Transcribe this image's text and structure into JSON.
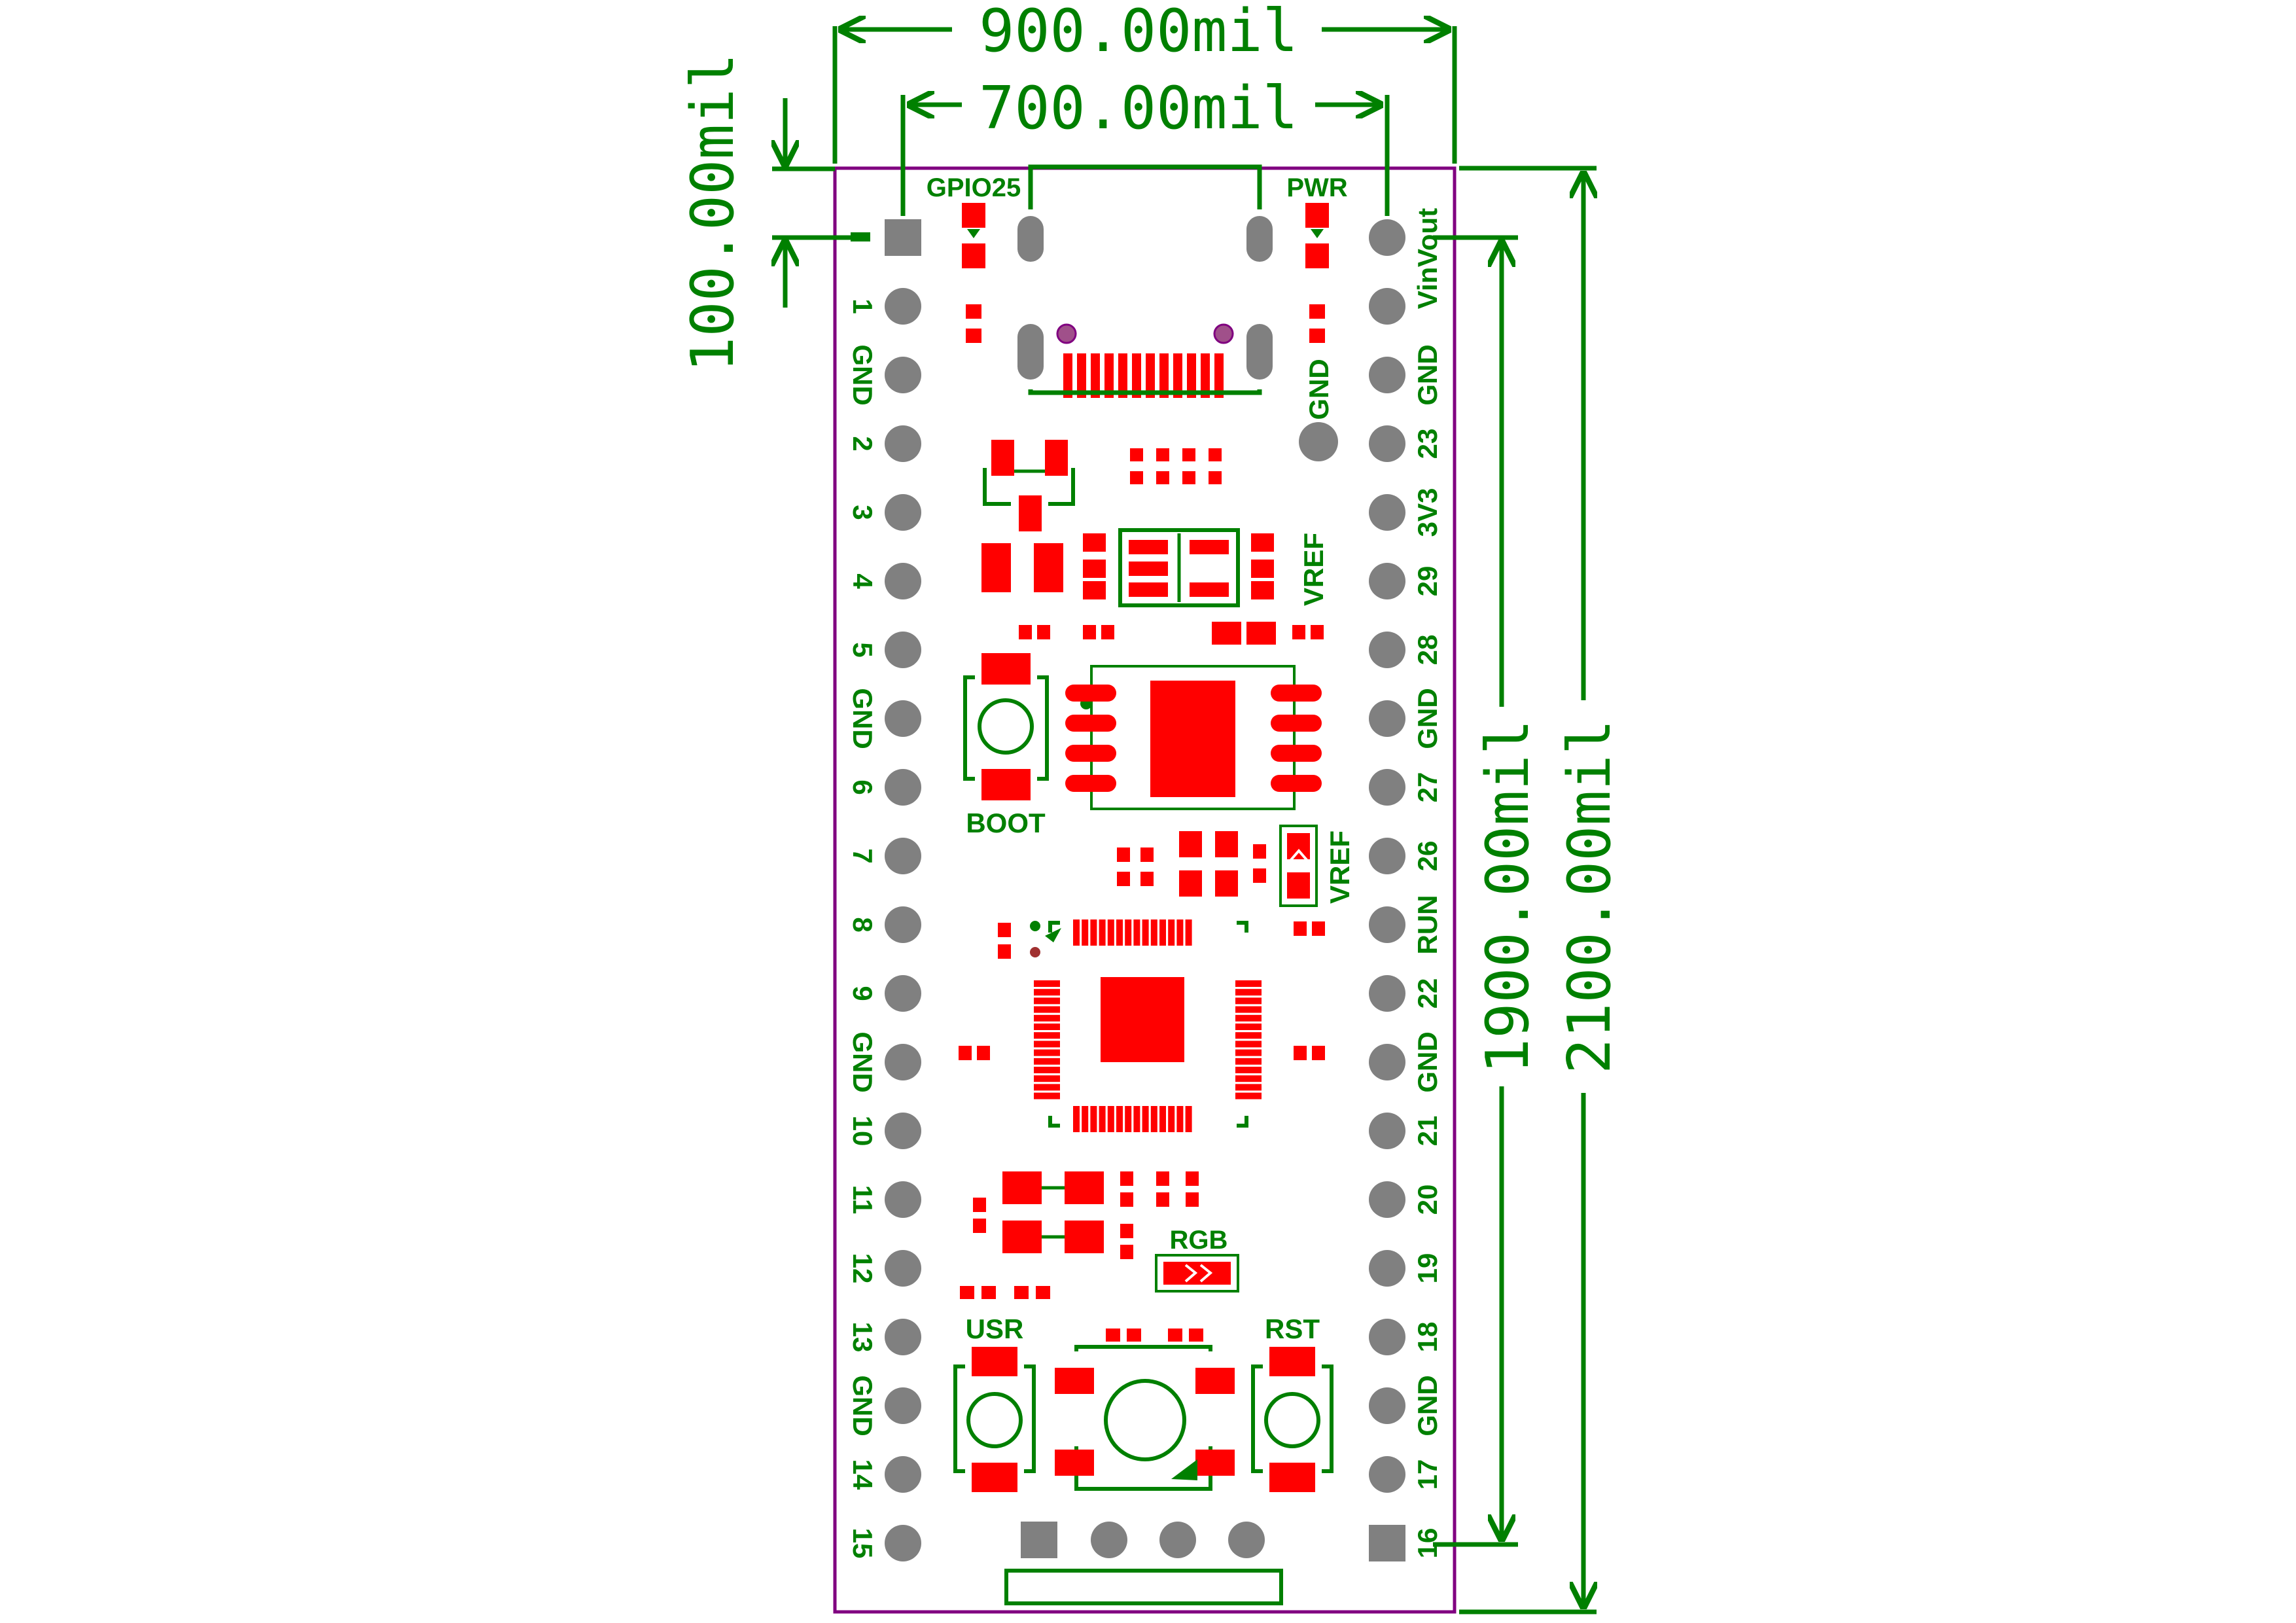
{
  "dimensions": {
    "overall_width": "900.00mil",
    "pin_row_span": "700.00mil",
    "pin_pitch": "100.00mil",
    "pin_column_length": "1900.00mil",
    "overall_height": "2100.00mil"
  },
  "left_pins": [
    "",
    "1",
    "GND",
    "2",
    "3",
    "4",
    "5",
    "GND",
    "6",
    "7",
    "8",
    "9",
    "GND",
    "10",
    "11",
    "12",
    "13",
    "GND",
    "14",
    "15"
  ],
  "right_pins": [
    "Vout",
    "Vin",
    "GND",
    "23",
    "3V3",
    "29",
    "28",
    "GND",
    "27",
    "26",
    "RUN",
    "22",
    "GND",
    "21",
    "20",
    "19",
    "18",
    "GND",
    "17",
    "16"
  ],
  "silkscreen": {
    "led_gpio": "GPIO25",
    "led_power": "PWR",
    "inner_gnd": "GND",
    "vref_upper": "VREF",
    "vref_lower": "VREF",
    "boot_button": "BOOT",
    "rgb_led": "RGB",
    "user_button": "USR",
    "reset_button": "RST"
  },
  "colors": {
    "outline": "#800080",
    "silkscreen": "#008000",
    "copper": "#ff0000",
    "pad": "#808080"
  }
}
